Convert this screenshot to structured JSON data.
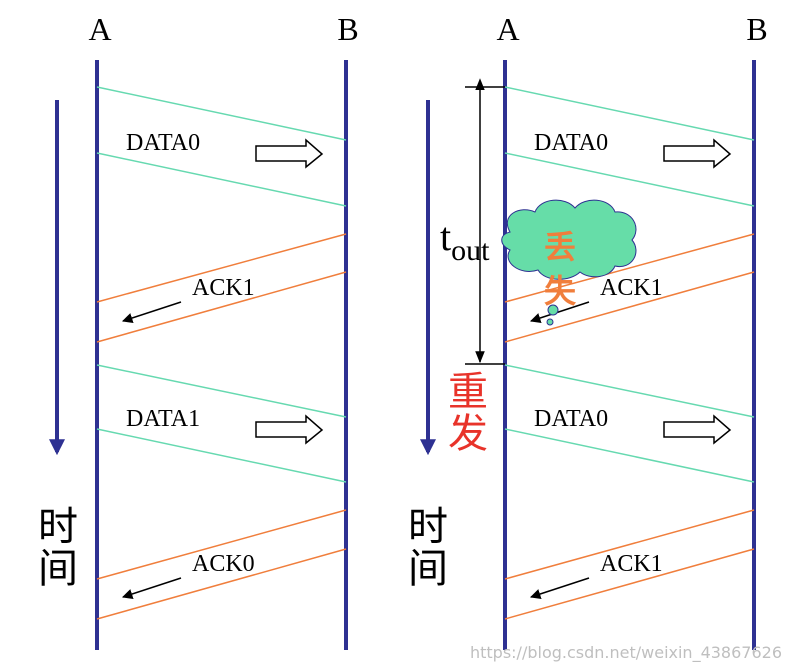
{
  "left_panel": {
    "label_a": "A",
    "label_b": "B",
    "messages": [
      "DATA0",
      "ACK1",
      "DATA1",
      "ACK0"
    ],
    "time_label": [
      "时",
      "间"
    ]
  },
  "right_panel": {
    "label_a": "A",
    "label_b": "B",
    "messages": [
      "DATA0",
      "ACK1",
      "DATA0",
      "ACK1"
    ],
    "timeout_t": "t",
    "timeout_sub": "out",
    "lost_label": [
      "丢",
      "失"
    ],
    "retransmit_label": [
      "重",
      "发"
    ],
    "time_label": [
      "时",
      "间"
    ]
  },
  "watermark": "https://blog.csdn.net/weixin_43867626",
  "colors": {
    "timeline": "#2e3192",
    "data_line": "#66d9b0",
    "ack_line": "#f07e3c",
    "cloud_fill": "#66dda8",
    "lost_text": "#f07e3c",
    "retransmit_text": "#e8332a"
  }
}
